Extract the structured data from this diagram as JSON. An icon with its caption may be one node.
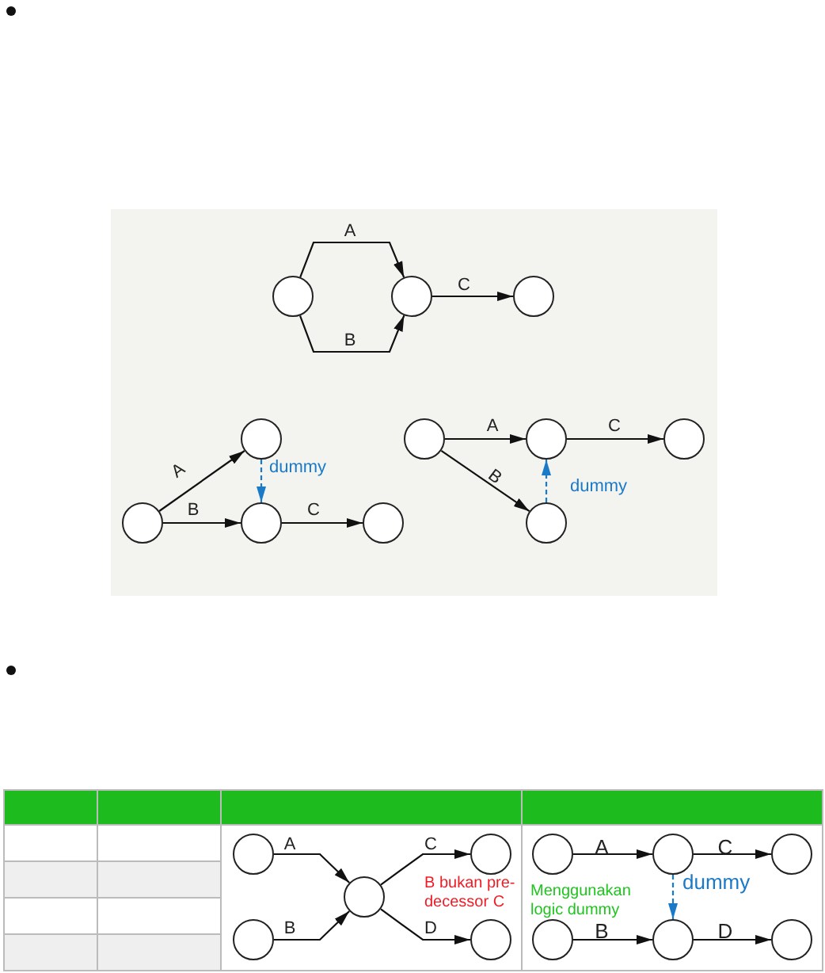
{
  "diagram": {
    "nodes": [
      {
        "text": [],
        "shape": "circle"
      },
      {
        "text": [],
        "shape": "circle"
      },
      {
        "text": [],
        "shape": "circle"
      },
      {
        "text": [],
        "shape": "circle"
      },
      {
        "text": [],
        "shape": "circle"
      },
      {
        "text": [],
        "shape": "circle"
      },
      {
        "text": [],
        "shape": "circle"
      },
      {
        "text": [],
        "shape": "circle"
      },
      {
        "text": [],
        "shape": "circle"
      },
      {
        "text": [],
        "shape": "circle"
      },
      {
        "text": [],
        "shape": "circle"
      },
      {
        "text": [],
        "shape": "circle"
      },
      {
        "text": [],
        "shape": "circle"
      },
      {
        "text": [],
        "shape": "circle"
      },
      {
        "text": [],
        "shape": "circle"
      },
      {
        "text": [],
        "shape": "circle"
      },
      {
        "text": [],
        "shape": "circle"
      },
      {
        "text": [],
        "shape": "circle"
      },
      {
        "text": [],
        "shape": "circle"
      },
      {
        "text": [],
        "shape": "circle"
      },
      {
        "text": [],
        "shape": "circle"
      },
      {
        "text": [],
        "shape": "circle"
      }
    ],
    "edges": [
      {
        "from": 0,
        "to": 1,
        "arrow": "to",
        "label": "A"
      },
      {
        "from": 0,
        "to": 1,
        "arrow": "to",
        "label": "B"
      },
      {
        "from": 1,
        "to": 2,
        "arrow": "to",
        "label": "C"
      },
      {
        "from": 4,
        "to": 3,
        "arrow": "to",
        "label": "A"
      },
      {
        "from": 3,
        "to": 5,
        "arrow": "to",
        "label": "dummy",
        "style": "dashed",
        "color": "#1a7ac8"
      },
      {
        "from": 4,
        "to": 5,
        "arrow": "to",
        "label": "B"
      },
      {
        "from": 5,
        "to": 6,
        "arrow": "to",
        "label": "C"
      },
      {
        "from": 7,
        "to": 8,
        "arrow": "to",
        "label": "A"
      },
      {
        "from": 8,
        "to": 9,
        "arrow": "to",
        "label": "C"
      },
      {
        "from": 7,
        "to": 10,
        "arrow": "to",
        "label": "B"
      },
      {
        "from": 10,
        "to": 8,
        "arrow": "to",
        "label": "dummy",
        "style": "dashed",
        "color": "#1a7ac8"
      },
      {
        "from": 11,
        "to": 13,
        "arrow": "to",
        "label": "A"
      },
      {
        "from": 12,
        "to": 13,
        "arrow": "to",
        "label": "B"
      },
      {
        "from": 13,
        "to": 14,
        "arrow": "to",
        "label": "C"
      },
      {
        "from": 13,
        "to": 15,
        "arrow": "to",
        "label": "D"
      },
      {
        "from": 16,
        "to": 17,
        "arrow": "to",
        "label": "A"
      },
      {
        "from": 17,
        "to": 18,
        "arrow": "to",
        "label": "C"
      },
      {
        "from": 17,
        "to": 20,
        "arrow": "to",
        "label": "dummy",
        "style": "dashed",
        "color": "#1a7ac8"
      },
      {
        "from": 19,
        "to": 20,
        "arrow": "to",
        "label": "B"
      },
      {
        "from": 20,
        "to": 21,
        "arrow": "to",
        "label": "D"
      }
    ],
    "labels": [
      "B bukan pre-decessor C",
      "Menggunakan logic dummy"
    ]
  }
}
